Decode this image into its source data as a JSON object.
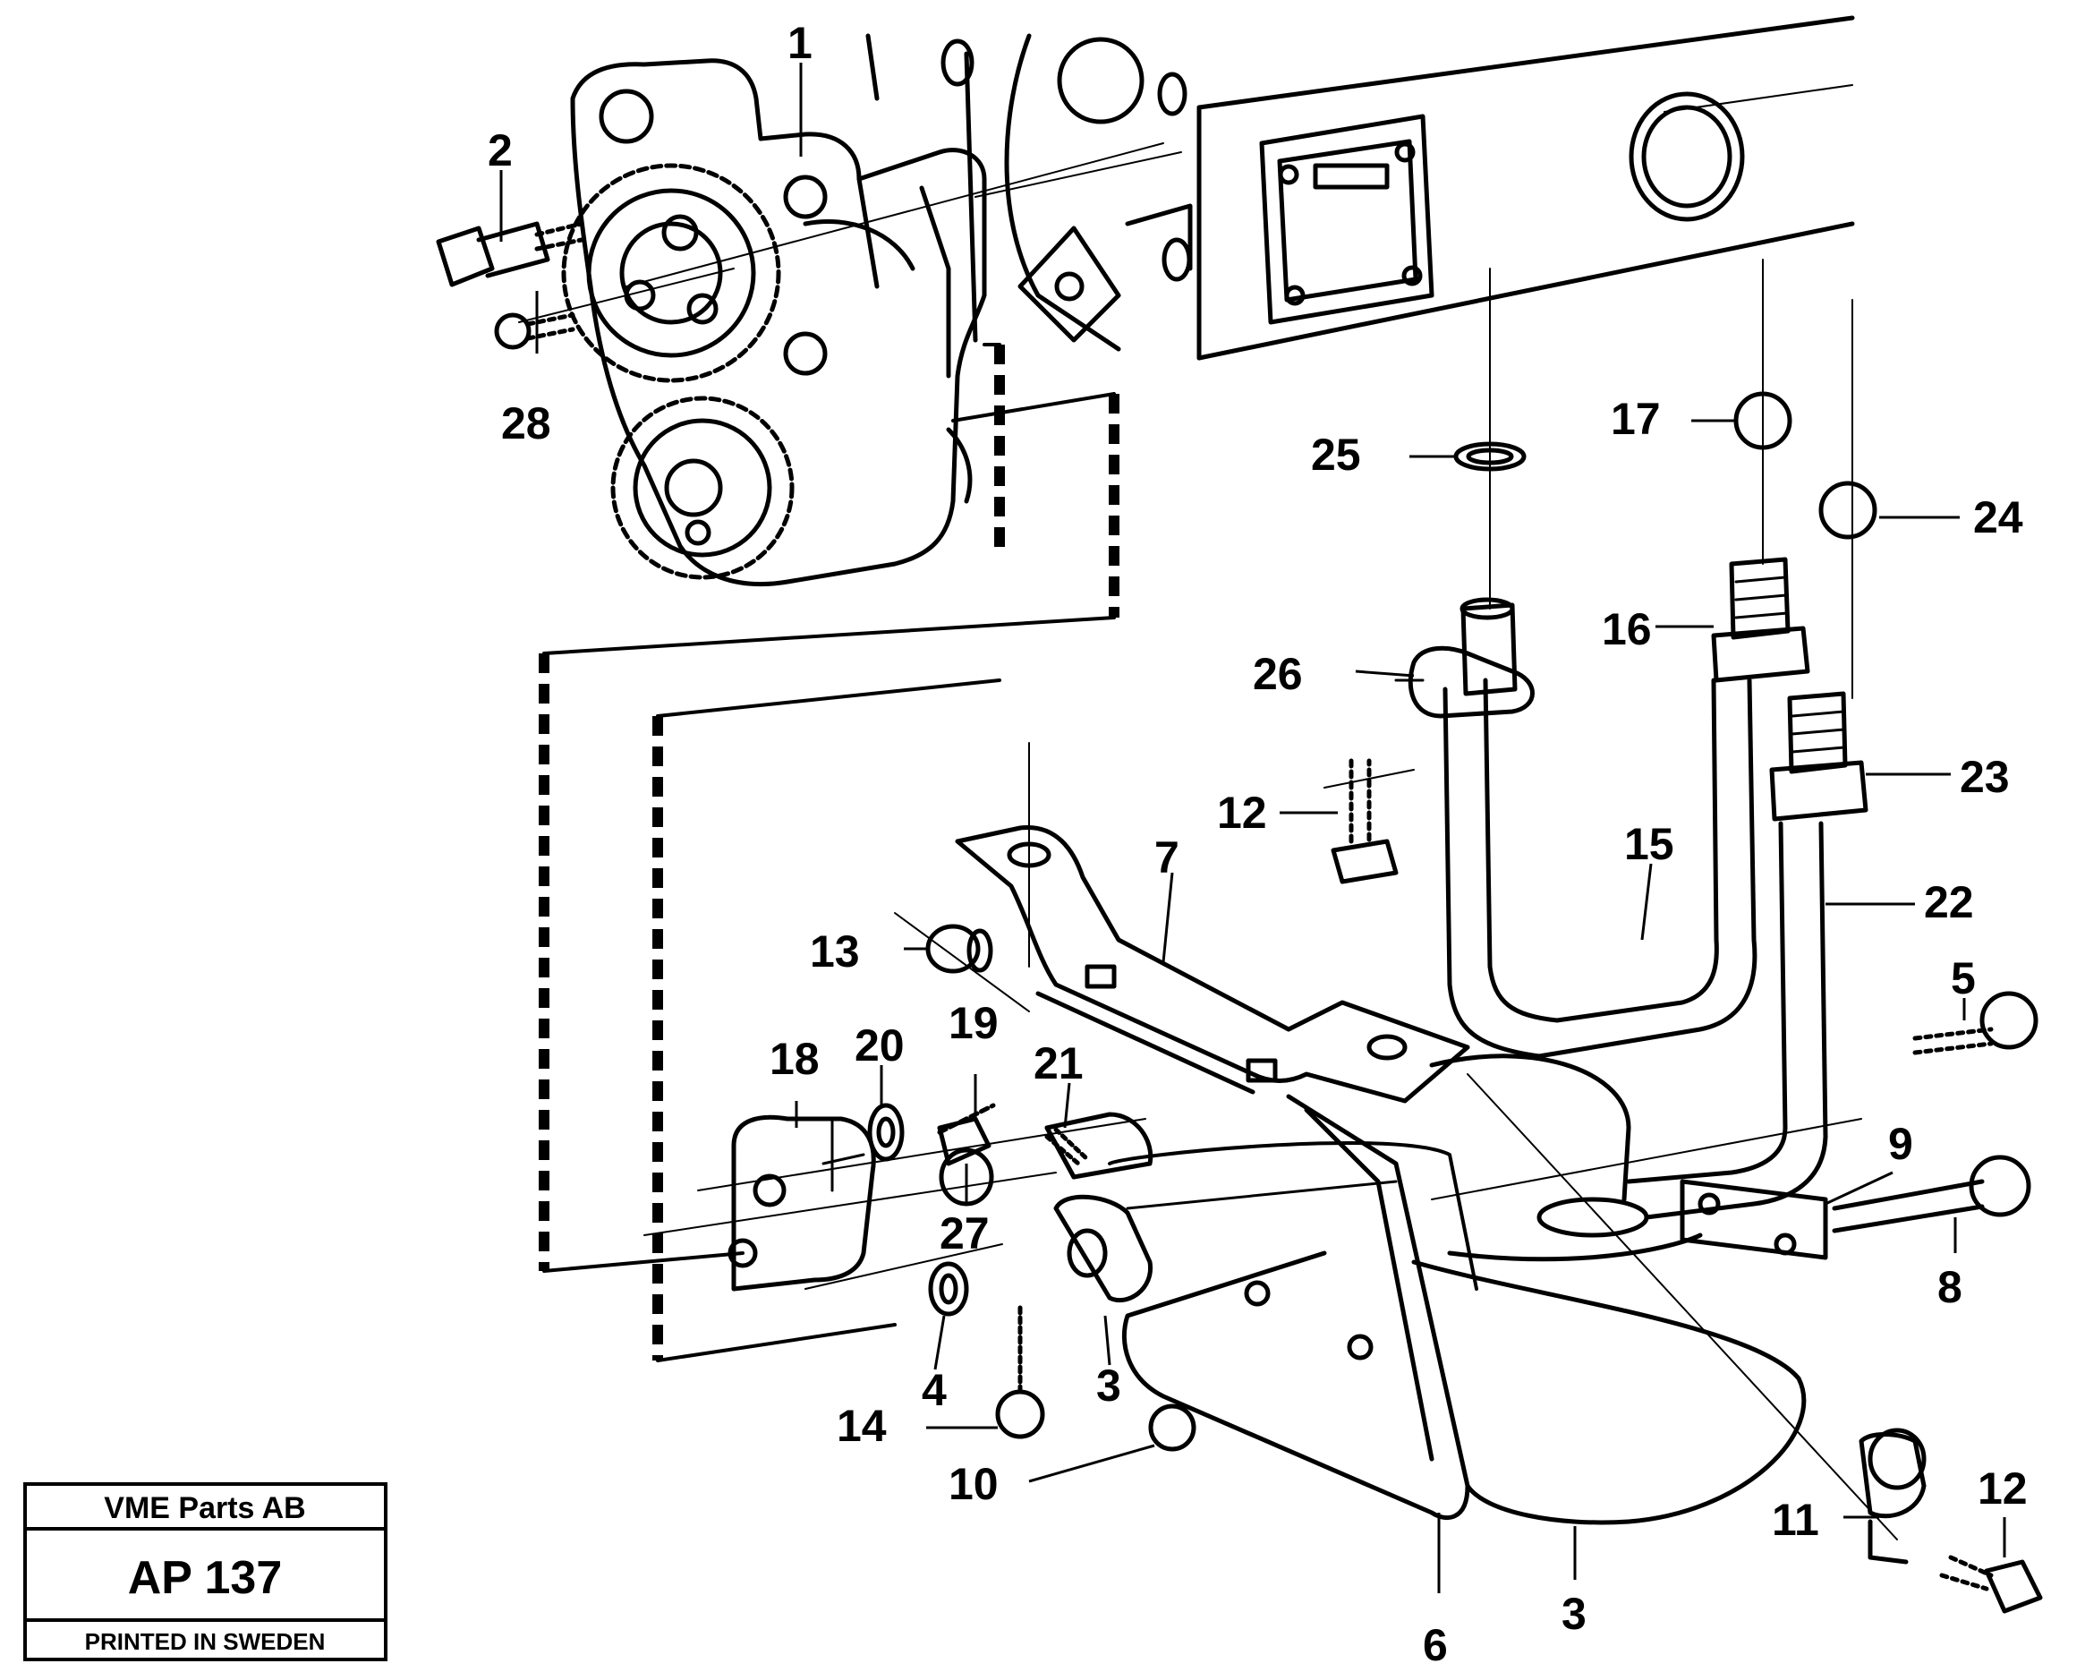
{
  "callouts": [
    {
      "num": "1"
    },
    {
      "num": "2"
    },
    {
      "num": "28"
    },
    {
      "num": "25"
    },
    {
      "num": "17"
    },
    {
      "num": "24"
    },
    {
      "num": "16"
    },
    {
      "num": "26"
    },
    {
      "num": "23"
    },
    {
      "num": "12"
    },
    {
      "num": "15"
    },
    {
      "num": "7"
    },
    {
      "num": "22"
    },
    {
      "num": "13"
    },
    {
      "num": "5"
    },
    {
      "num": "20"
    },
    {
      "num": "19"
    },
    {
      "num": "18"
    },
    {
      "num": "21"
    },
    {
      "num": "9"
    },
    {
      "num": "27"
    },
    {
      "num": "8"
    },
    {
      "num": "4"
    },
    {
      "num": "3"
    },
    {
      "num": "14"
    },
    {
      "num": "10"
    },
    {
      "num": "11"
    },
    {
      "num": "12"
    },
    {
      "num": "6"
    },
    {
      "num": "3"
    }
  ],
  "stamp": {
    "company": "VME Parts AB",
    "code": "AP 137",
    "printed": "PRINTED IN SWEDEN"
  }
}
